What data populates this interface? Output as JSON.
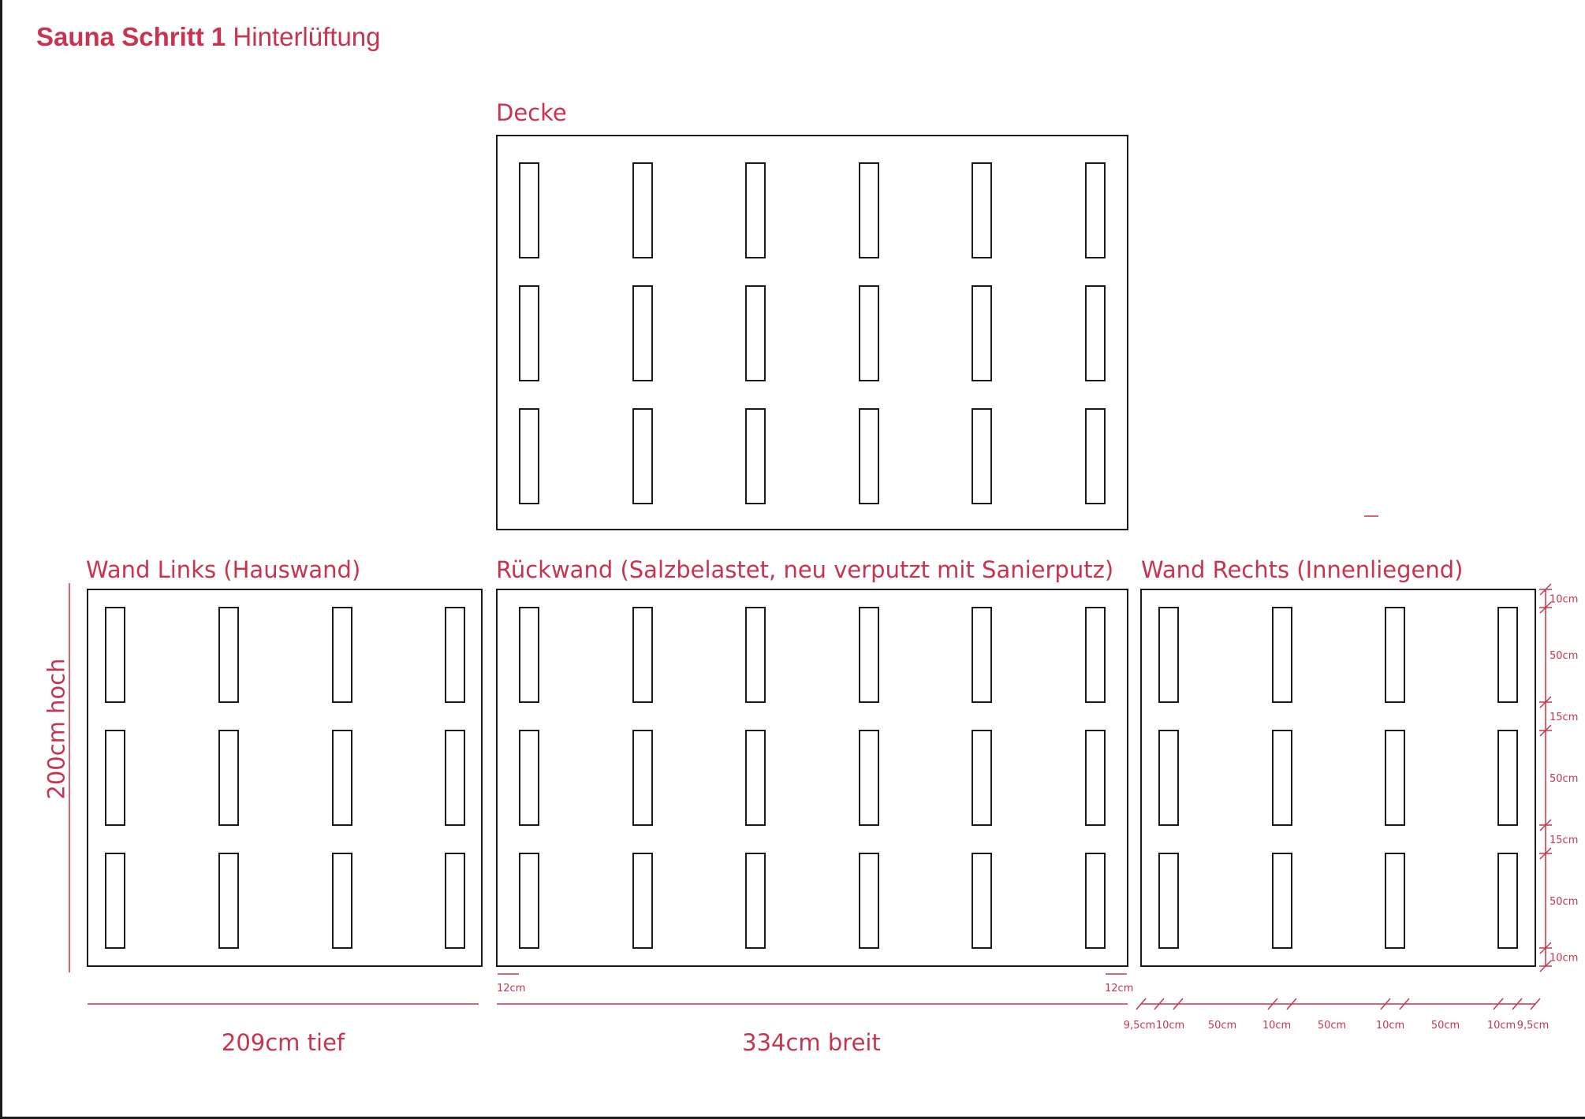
{
  "title": {
    "bold": "Sauna Schritt 1",
    "rest": "Hinterlüftung"
  },
  "panels": {
    "ceiling": "Decke",
    "left": "Wand Links (Hauswand)",
    "back": "Rückwand (Salzbelastet, neu verputzt mit Sanierputz)",
    "right": "Wand Rechts (Innenliegend)"
  },
  "dimensions": {
    "height": "200cm hoch",
    "depth": "209cm tief",
    "width": "334cm breit",
    "back_margin_left": "12cm",
    "back_margin_right": "12cm",
    "vertical": [
      "10cm",
      "50cm",
      "15cm",
      "50cm",
      "15cm",
      "50cm",
      "10cm"
    ],
    "horizontal": [
      "9,5cm",
      "10cm",
      "50cm",
      "10cm",
      "50cm",
      "10cm",
      "50cm",
      "10cm",
      "9,5cm"
    ]
  },
  "colors": {
    "accent": "#c8344f",
    "line": "#1a1a1a"
  }
}
